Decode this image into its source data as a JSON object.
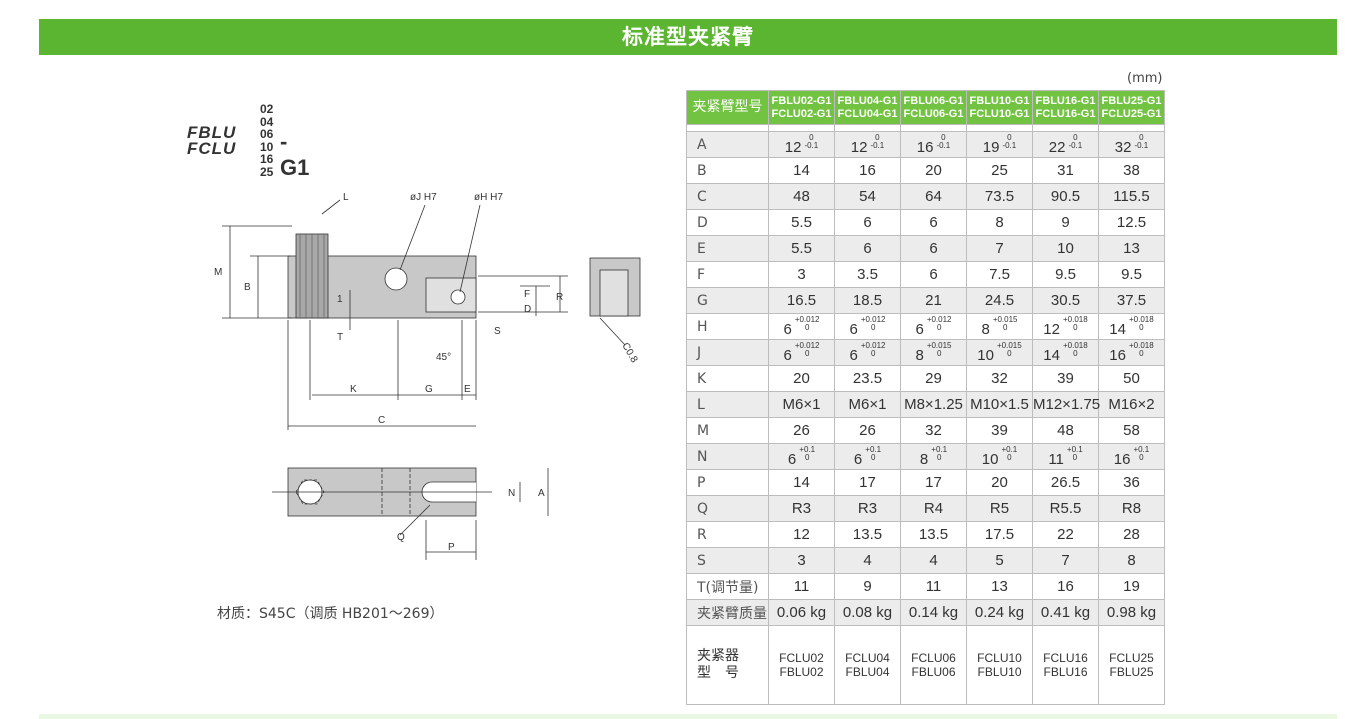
{
  "title": "标准型夹紧臂",
  "unit": "(mm)",
  "material": "材质：S45C（调质 HB201～269）",
  "model_code": {
    "prefixes": [
      "FBLU",
      "FCLU"
    ],
    "sizes": [
      "02",
      "04",
      "06",
      "10",
      "16",
      "25"
    ],
    "suffix": "-G1"
  },
  "drawing_labels": {
    "L": "L",
    "J": "øJ H7",
    "H": "øH H7",
    "M": "M",
    "B": "B",
    "T1": "1",
    "T": "T",
    "F": "F",
    "D": "D",
    "R": "R",
    "S": "S",
    "angle": "45°",
    "K": "K",
    "G": "G",
    "E": "E",
    "C": "C",
    "C08": "C0.8",
    "N": "N",
    "A": "A",
    "Q": "Q",
    "P": "P"
  },
  "table": {
    "header_label": "夹紧臂型号",
    "columns": [
      [
        "FBLU02-G1",
        "FCLU02-G1"
      ],
      [
        "FBLU04-G1",
        "FCLU04-G1"
      ],
      [
        "FBLU06-G1",
        "FCLU06-G1"
      ],
      [
        "FBLU10-G1",
        "FCLU10-G1"
      ],
      [
        "FBLU16-G1",
        "FCLU16-G1"
      ],
      [
        "FBLU25-G1",
        "FCLU25-G1"
      ]
    ],
    "rows": [
      {
        "label": "A",
        "values": [
          [
            "12",
            "0",
            "-0.1"
          ],
          [
            "12",
            "0",
            "-0.1"
          ],
          [
            "16",
            "0",
            "-0.1"
          ],
          [
            "19",
            "0",
            "-0.1"
          ],
          [
            "22",
            "0",
            "-0.1"
          ],
          [
            "32",
            "0",
            "-0.1"
          ]
        ]
      },
      {
        "label": "B",
        "values": [
          "14",
          "16",
          "20",
          "25",
          "31",
          "38"
        ]
      },
      {
        "label": "C",
        "values": [
          "48",
          "54",
          "64",
          "73.5",
          "90.5",
          "115.5"
        ]
      },
      {
        "label": "D",
        "values": [
          "5.5",
          "6",
          "6",
          "8",
          "9",
          "12.5"
        ]
      },
      {
        "label": "E",
        "values": [
          "5.5",
          "6",
          "6",
          "7",
          "10",
          "13"
        ]
      },
      {
        "label": "F",
        "values": [
          "3",
          "3.5",
          "6",
          "7.5",
          "9.5",
          "9.5"
        ]
      },
      {
        "label": "G",
        "values": [
          "16.5",
          "18.5",
          "21",
          "24.5",
          "30.5",
          "37.5"
        ]
      },
      {
        "label": "H",
        "values": [
          [
            "6",
            "+0.012",
            "0"
          ],
          [
            "6",
            "+0.012",
            "0"
          ],
          [
            "6",
            "+0.012",
            "0"
          ],
          [
            "8",
            "+0.015",
            "0"
          ],
          [
            "12",
            "+0.018",
            "0"
          ],
          [
            "14",
            "+0.018",
            "0"
          ]
        ]
      },
      {
        "label": "J",
        "values": [
          [
            "6",
            "+0.012",
            "0"
          ],
          [
            "6",
            "+0.012",
            "0"
          ],
          [
            "8",
            "+0.015",
            "0"
          ],
          [
            "10",
            "+0.015",
            "0"
          ],
          [
            "14",
            "+0.018",
            "0"
          ],
          [
            "16",
            "+0.018",
            "0"
          ]
        ]
      },
      {
        "label": "K",
        "values": [
          "20",
          "23.5",
          "29",
          "32",
          "39",
          "50"
        ]
      },
      {
        "label": "L",
        "values": [
          "M6×1",
          "M6×1",
          "M8×1.25",
          "M10×1.5",
          "M12×1.75",
          "M16×2"
        ]
      },
      {
        "label": "M",
        "values": [
          "26",
          "26",
          "32",
          "39",
          "48",
          "58"
        ]
      },
      {
        "label": "N",
        "values": [
          [
            "6",
            "+0.1",
            "0"
          ],
          [
            "6",
            "+0.1",
            "0"
          ],
          [
            "8",
            "+0.1",
            "0"
          ],
          [
            "10",
            "+0.1",
            "0"
          ],
          [
            "11",
            "+0.1",
            "0"
          ],
          [
            "16",
            "+0.1",
            "0"
          ]
        ]
      },
      {
        "label": "P",
        "values": [
          "14",
          "17",
          "17",
          "20",
          "26.5",
          "36"
        ]
      },
      {
        "label": "Q",
        "values": [
          "R3",
          "R3",
          "R4",
          "R5",
          "R5.5",
          "R8"
        ]
      },
      {
        "label": "R",
        "values": [
          "12",
          "13.5",
          "13.5",
          "17.5",
          "22",
          "28"
        ]
      },
      {
        "label": "S",
        "values": [
          "3",
          "4",
          "4",
          "5",
          "7",
          "8"
        ]
      },
      {
        "label": "T(调节量)",
        "values": [
          "11",
          "9",
          "11",
          "13",
          "16",
          "19"
        ]
      },
      {
        "label": "夹紧臂质量",
        "values": [
          "0.06 kg",
          "0.08 kg",
          "0.14 kg",
          "0.24 kg",
          "0.41 kg",
          "0.98 kg"
        ]
      }
    ],
    "clamp_row": {
      "label": [
        "夹紧器",
        "型　号"
      ],
      "values": [
        [
          "FCLU02",
          "FBLU02"
        ],
        [
          "FCLU04",
          "FBLU04"
        ],
        [
          "FCLU06",
          "FBLU06"
        ],
        [
          "FCLU10",
          "FBLU10"
        ],
        [
          "FCLU16",
          "FBLU16"
        ],
        [
          "FCLU25",
          "FBLU25"
        ]
      ]
    }
  },
  "colors": {
    "green": "#5cb531",
    "header_green": "#72c342",
    "row_gray": "#ececec"
  }
}
